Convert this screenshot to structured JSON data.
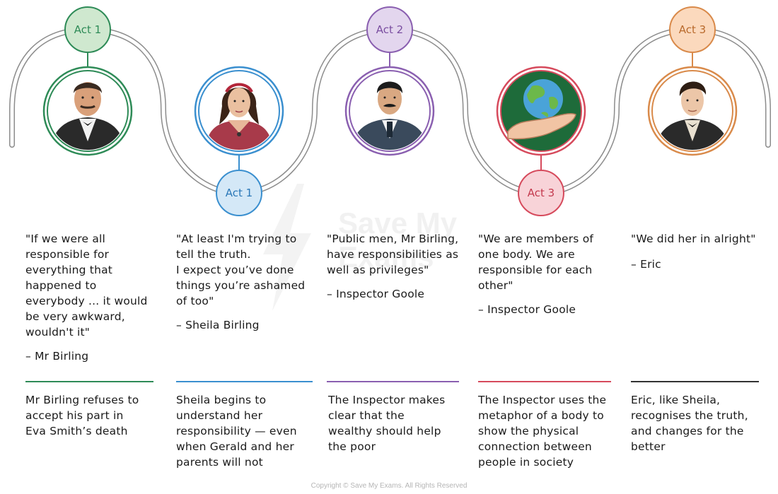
{
  "watermark": {
    "line1": "Save My",
    "line2": "Exams"
  },
  "colors": {
    "green": "#2e8b57",
    "green_fill": "#cfe8cf",
    "blue": "#3a8fcf",
    "blue_fill": "#d4e8f7",
    "purple": "#8a5fb0",
    "purple_fill": "#e3d6ee",
    "red": "#d64a5c",
    "red_fill": "#f8d3d8",
    "orange": "#d98a4a",
    "orange_fill": "#fbd9bd",
    "track": "#8c8c8c"
  },
  "columns": [
    {
      "act": "Act 1",
      "quote": "\"If we were all\nresponsible for\neverything that\nhappened to\neverybody ... it would\nbe very awkward,\nwouldn't it\"",
      "attribution": "– Mr Birling",
      "summary": "Mr Birling refuses to\naccept his part in\nEva Smith’s death",
      "portrait": "mr-birling-portrait"
    },
    {
      "act": "Act 1",
      "quote": "\"At least I'm trying to\ntell the truth.\nI expect you’ve done\nthings you’re ashamed\nof too\"",
      "attribution": "– Sheila Birling",
      "summary": "Sheila begins to\nunderstand her\nresponsibility — even\nwhen Gerald and her\nparents will not",
      "portrait": "sheila-portrait"
    },
    {
      "act": "Act 2",
      "quote": "\"Public men, Mr Birling,\nhave responsibilities as\nwell as privileges\"",
      "attribution": "– Inspector Goole",
      "summary": "The Inspector makes\nclear that the\nwealthy should help\nthe poor",
      "portrait": "inspector-portrait"
    },
    {
      "act": "Act 3",
      "quote": "\"We are members of\none body. We are\nresponsible for each\nother\"",
      "attribution": "– Inspector Goole",
      "summary": "The Inspector uses the\nmetaphor of a body to\nshow the physical\nconnection between\npeople in society",
      "portrait": "globe-hand-icon"
    },
    {
      "act": "Act 3",
      "quote": "\"We did her in alright\"",
      "attribution": "– Eric",
      "summary": "Eric, like Sheila,\nrecognises the truth,\nand changes for the\nbetter",
      "portrait": "eric-portrait"
    }
  ],
  "copyright": "Copyright © Save My Exams. All Rights Reserved"
}
